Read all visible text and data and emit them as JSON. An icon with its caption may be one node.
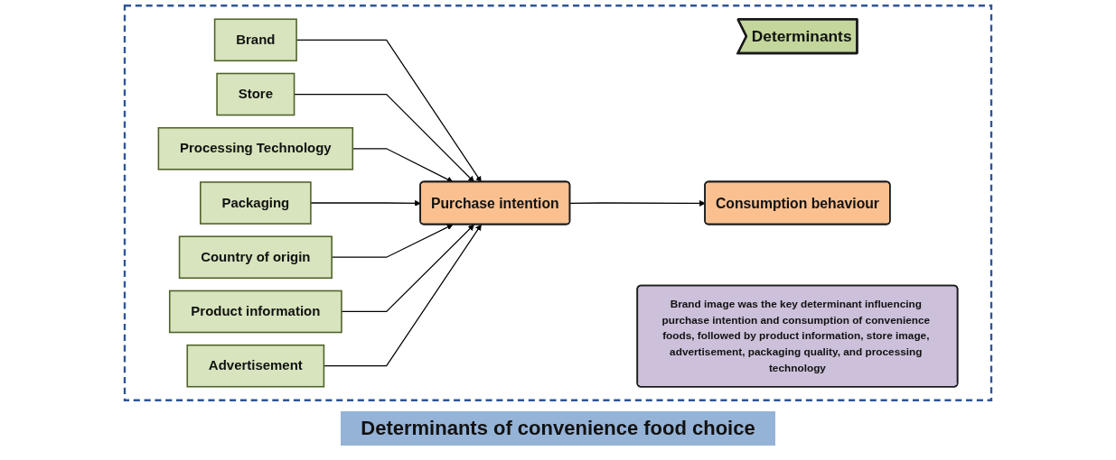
{
  "diagram": {
    "caption": "Determinants of convenience food choice",
    "nodes": [
      {
        "text": [],
        "shape": "box"
      },
      {
        "text": [
          "Determinants"
        ],
        "in": 0
      },
      {
        "text": [
          "Brand"
        ],
        "in": 0
      },
      {
        "text": [
          "Store"
        ],
        "in": 0
      },
      {
        "text": [
          "Processing Technology"
        ],
        "in": 0
      },
      {
        "text": [
          "Packaging"
        ],
        "in": 0
      },
      {
        "text": [
          "Country of origin"
        ],
        "in": 0
      },
      {
        "text": [
          "Product information"
        ],
        "in": 0
      },
      {
        "text": [
          "Advertisement"
        ],
        "in": 0
      },
      {
        "text": [
          "Purchase intention"
        ],
        "in": 0
      },
      {
        "text": [
          "Consumption behaviour"
        ],
        "in": 0
      },
      {
        "text": [
          "Brand image was the key determinant influencing purchase intention and consumption of convenience foods, followed by product information, store image, advertisement, packaging quality, and processing technology"
        ],
        "in": 0
      }
    ],
    "edges": [
      {
        "from": 2,
        "to": 9,
        "arrow": "to"
      },
      {
        "from": 3,
        "to": 9,
        "arrow": "to"
      },
      {
        "from": 4,
        "to": 9,
        "arrow": "to"
      },
      {
        "from": 5,
        "to": 9,
        "arrow": "to"
      },
      {
        "from": 6,
        "to": 9,
        "arrow": "to"
      },
      {
        "from": 7,
        "to": 9,
        "arrow": "to"
      },
      {
        "from": 8,
        "to": 9,
        "arrow": "to"
      },
      {
        "from": 9,
        "to": 10,
        "arrow": "to"
      }
    ]
  }
}
